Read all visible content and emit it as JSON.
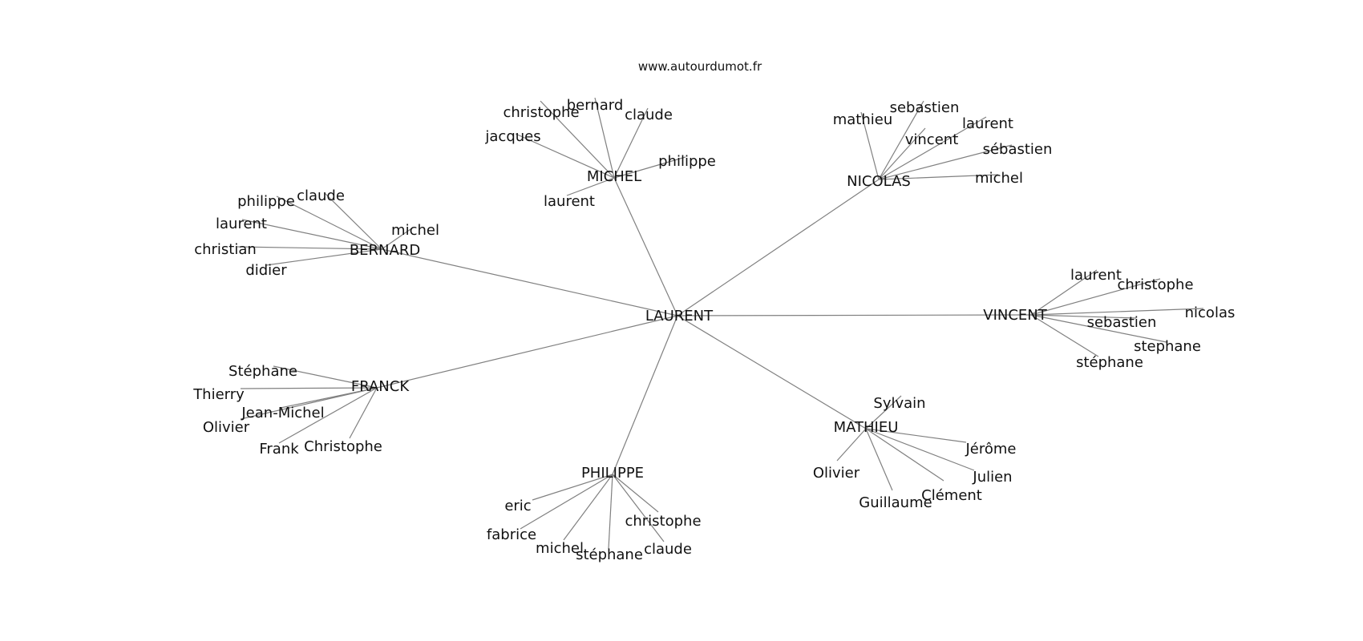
{
  "header": {
    "credit": "www.autourdumot.fr"
  },
  "graph": {
    "center": "LAURENT",
    "hubs": [
      {
        "id": "michel",
        "label": "MICHEL",
        "leaves": [
          "jacques",
          "christophe",
          "bernard",
          "claude",
          "philippe",
          "laurent"
        ]
      },
      {
        "id": "nicolas",
        "label": "NICOLAS",
        "leaves": [
          "mathieu",
          "sebastien",
          "laurent",
          "sébastien",
          "michel",
          "vincent"
        ]
      },
      {
        "id": "bernard",
        "label": "BERNARD",
        "leaves": [
          "philippe",
          "claude",
          "michel",
          "laurent",
          "christian",
          "didier"
        ]
      },
      {
        "id": "vincent",
        "label": "VINCENT",
        "leaves": [
          "laurent",
          "christophe",
          "nicolas",
          "sebastien",
          "stephane",
          "stéphane"
        ]
      },
      {
        "id": "franck",
        "label": "FRANCK",
        "leaves": [
          "Stéphane",
          "Thierry",
          "Jean-Michel",
          "Olivier",
          "Frank",
          "Christophe"
        ]
      },
      {
        "id": "mathieu",
        "label": "MATHIEU",
        "leaves": [
          "Sylvain",
          "Jérôme",
          "Julien",
          "Clément",
          "Guillaume",
          "Olivier"
        ]
      },
      {
        "id": "philippe",
        "label": "PHILIPPE",
        "leaves": [
          "eric",
          "fabrice",
          "michel",
          "stéphane",
          "claude",
          "christophe"
        ]
      }
    ]
  }
}
